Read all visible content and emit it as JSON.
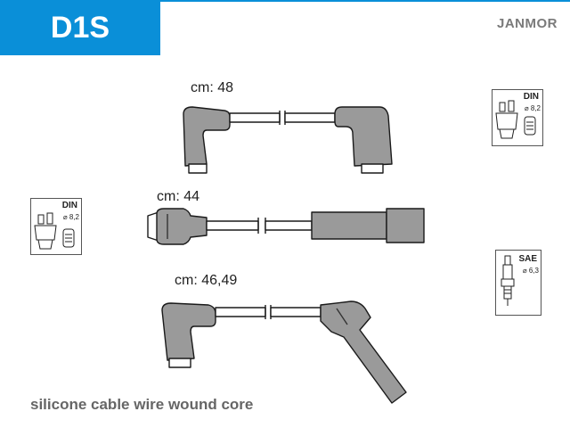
{
  "header": {
    "code": "D1S",
    "brand": "JANMOR",
    "accent_color": "#0a8fd8"
  },
  "cables": [
    {
      "length_label": "cm: 48"
    },
    {
      "length_label": "cm: 44"
    },
    {
      "length_label": "cm: 46,49"
    }
  ],
  "badges": {
    "right_top": {
      "standard": "DIN",
      "diameter": "⌀ 8,2",
      "icon": "distributor-cap-icon"
    },
    "left_mid": {
      "standard": "DIN",
      "diameter": "⌀ 8,2",
      "icon": "distributor-cap-icon"
    },
    "right_bottom": {
      "standard": "SAE",
      "diameter": "⌀ 6,3",
      "icon": "spark-plug-icon"
    }
  },
  "footer": {
    "text": "silicone cable wire wound core"
  }
}
